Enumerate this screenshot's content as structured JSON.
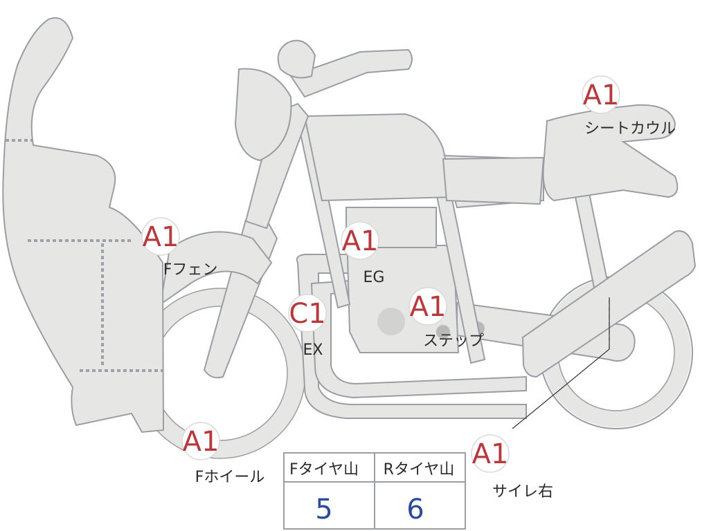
{
  "markers": [
    {
      "id": "front-fender",
      "code": "A1",
      "label": "Fフェン"
    },
    {
      "id": "engine",
      "code": "A1",
      "label": "EG"
    },
    {
      "id": "exhaust",
      "code": "C1",
      "label": "EX"
    },
    {
      "id": "step",
      "code": "A1",
      "label": "ステップ"
    },
    {
      "id": "front-wheel",
      "code": "A1",
      "label": "Fホイール"
    },
    {
      "id": "seat-cowl",
      "code": "A1",
      "label": "シートカウル"
    },
    {
      "id": "muffler-right",
      "code": "A1",
      "label": "サイレ右"
    }
  ],
  "tire_table": {
    "headers": [
      "Fタイヤ山",
      "Rタイヤ山"
    ],
    "values": [
      "5",
      "6"
    ]
  },
  "colors": {
    "body_fill": "#e6e6e4",
    "outline": "#9a9da3",
    "code_red": "#b63a3d",
    "value_blue": "#2d4a9a"
  }
}
